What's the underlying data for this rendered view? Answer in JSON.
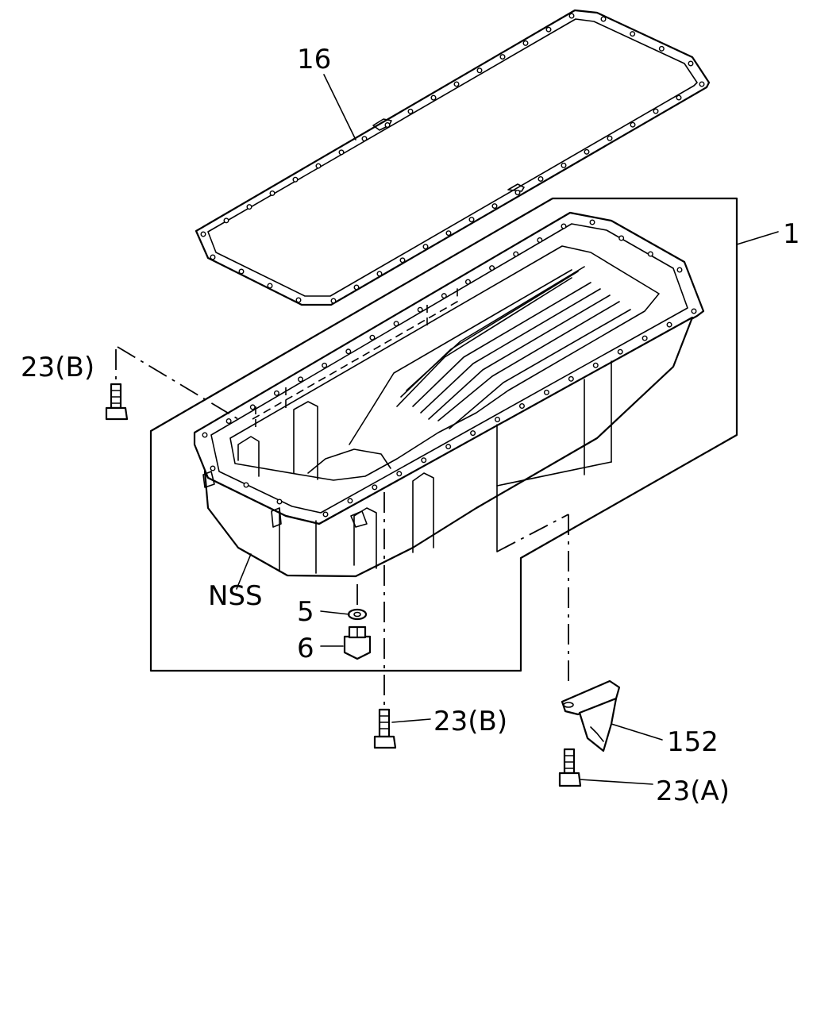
{
  "callouts": {
    "gasket": "16",
    "oil_pan_assembly": "1",
    "bolt_top_left": "23(B)",
    "not_serviced_separately": "NSS",
    "washer": "5",
    "drain_plug": "6",
    "bolt_bottom": "23(B)",
    "bracket": "152",
    "bolt_bracket": "23(A)"
  }
}
